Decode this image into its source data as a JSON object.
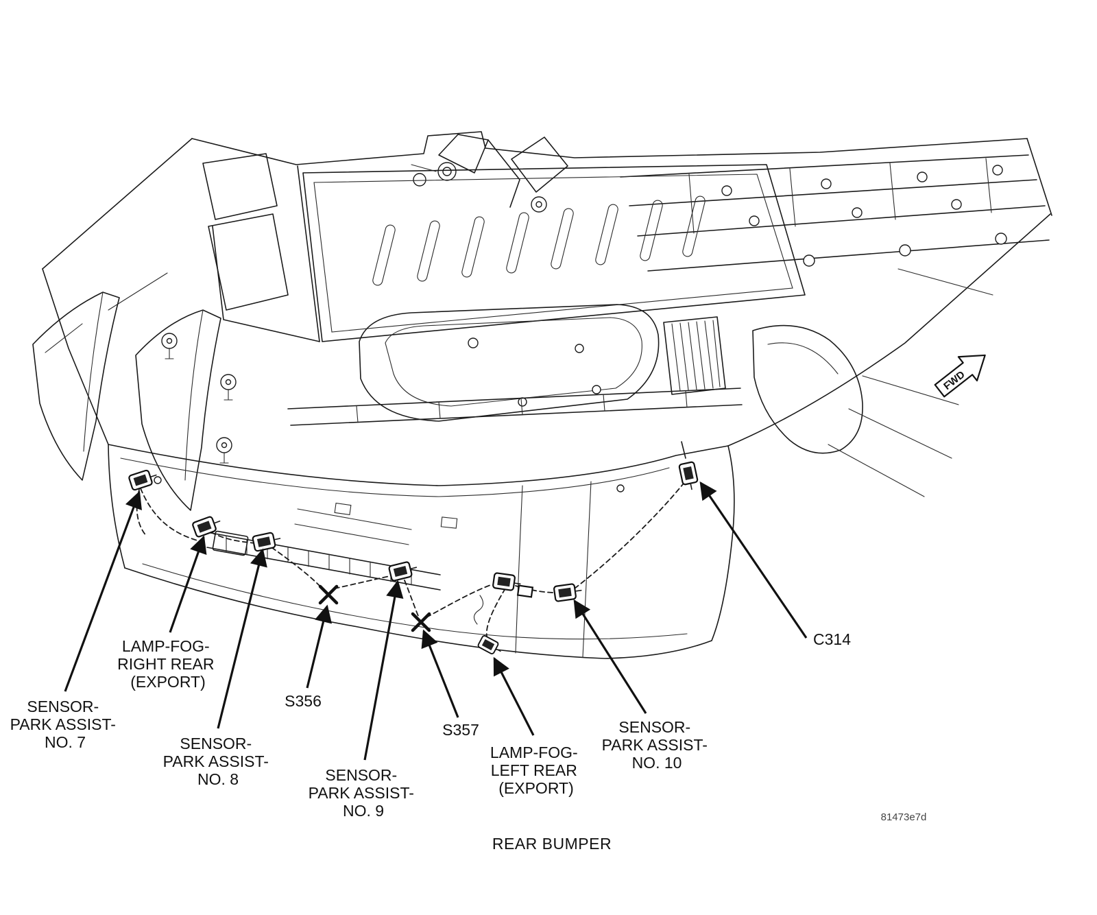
{
  "figure": {
    "caption": "REAR BUMPER",
    "figure_id": "81473e7d",
    "fwd_label": "FWD",
    "ink_color": "#1a1a1a",
    "background_color": "#ffffff"
  },
  "callouts": [
    {
      "id": "sensor-park-assist-no-7",
      "lines": [
        "SENSOR-",
        "PARK ASSIST-",
        "NO. 7"
      ]
    },
    {
      "id": "lamp-fog-right-rear-export",
      "lines": [
        "LAMP-FOG-",
        "RIGHT REAR",
        "(EXPORT)"
      ]
    },
    {
      "id": "sensor-park-assist-no-8",
      "lines": [
        "SENSOR-",
        "PARK ASSIST-",
        "NO. 8"
      ]
    },
    {
      "id": "splice-s356",
      "lines": [
        "S356"
      ]
    },
    {
      "id": "sensor-park-assist-no-9",
      "lines": [
        "SENSOR-",
        "PARK ASSIST-",
        "NO. 9"
      ]
    },
    {
      "id": "splice-s357",
      "lines": [
        "S357"
      ]
    },
    {
      "id": "lamp-fog-left-rear-export",
      "lines": [
        "LAMP-FOG-",
        "LEFT REAR",
        "(EXPORT)"
      ]
    },
    {
      "id": "sensor-park-assist-no-10",
      "lines": [
        "SENSOR-",
        "PARK ASSIST-",
        "NO. 10"
      ]
    },
    {
      "id": "connector-c314",
      "lines": [
        "C314"
      ]
    }
  ]
}
